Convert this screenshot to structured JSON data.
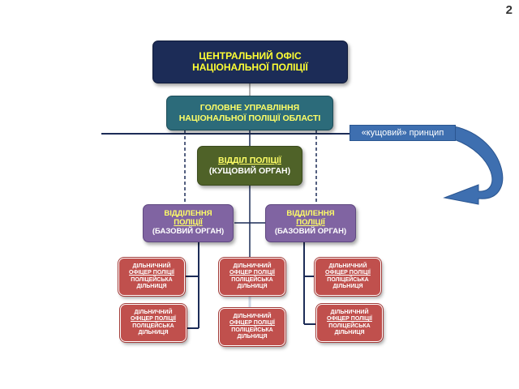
{
  "page_number": "2",
  "central_office": {
    "line1": "ЦЕНТРАЛЬНИЙ ОФІС",
    "line2": "НАЦІОНАЛЬНОЇ ПОЛІЦІЇ"
  },
  "regional_department": {
    "line1": "ГОЛОВНЕ УПРАВЛІННЯ",
    "line2": "НАЦІОНАЛЬНОЇ ПОЛІЦІЇ ОБЛАСТІ"
  },
  "principle_label": "«кущовий» принцип",
  "police_department": {
    "line1": "ВІДДІЛ ПОЛІЦІЇ",
    "line2": "(КУЩОВИЙ ОРГАН)"
  },
  "divisions": [
    {
      "line1": "ВІДДІЛЕННЯ",
      "line2": "ПОЛІЦІЇ",
      "line3": "(БАЗОВИЙ ОРГАН)"
    },
    {
      "line1": "ВІДДІЛЕННЯ",
      "line2": "ПОЛІЦІЇ",
      "line3": "(БАЗОВИЙ ОРГАН)"
    }
  ],
  "officers": [
    {
      "line1": "ДІЛЬНИЧНИЙ",
      "line2": "ОФІЦЕР ПОЛІЦІЇ",
      "line3": "ПОЛІЦЕЙСЬКА",
      "line4": "ДІЛЬНИЦЯ"
    },
    {
      "line1": "ДІЛЬНИЧНИЙ",
      "line2": "ОФІЦЕР ПОЛІЦІЇ",
      "line3": "ПОЛІЦЕЙСЬКА",
      "line4": "ДІЛЬНИЦЯ"
    },
    {
      "line1": "ДІЛЬНИЧНИЙ",
      "line2": "ОФІЦЕР ПОЛІЦІЇ",
      "line3": "ПОЛІЦЕЙСЬКА",
      "line4": "ДІЛЬНИЦЯ"
    },
    {
      "line1": "ДІЛЬНИЧНИЙ",
      "line2": "ОФІЦЕР ПОЛІЦІЇ",
      "line3": "ПОЛІЦЕЙСЬКА",
      "line4": "ДІЛЬНИЦЯ"
    },
    {
      "line1": "ДІЛЬНИЧНИЙ",
      "line2": "ОФІЦЕР ПОЛІЦІЇ",
      "line3": "ПОЛІЦЕЙСЬКА",
      "line4": "ДІЛЬНИЦЯ"
    },
    {
      "line1": "ДІЛЬНИЧНИЙ",
      "line2": "ОФІЦЕР ПОЛІЦІЇ",
      "line3": "ПОЛІЦЕЙСЬКА",
      "line4": "ДІЛЬНИЦЯ"
    }
  ],
  "colors": {
    "central": "#1c2c57",
    "regional": "#2c6b7a",
    "department": "#4f6228",
    "division": "#8064a2",
    "officer": "#c0504d",
    "arrow": "#3e6fb0",
    "highlight_text": "#ffff33"
  }
}
